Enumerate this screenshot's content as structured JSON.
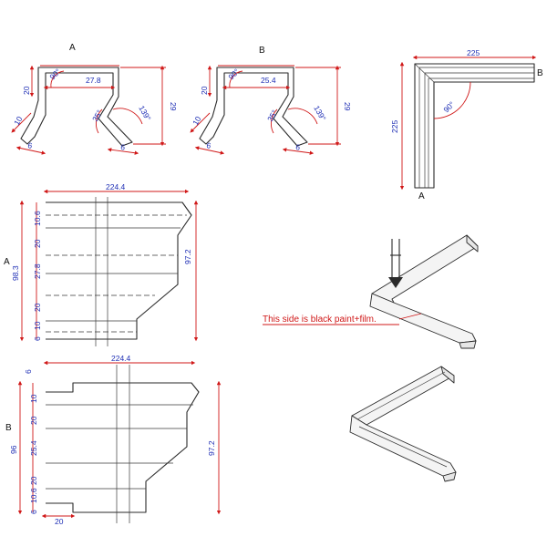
{
  "profile_a": {
    "label": "A",
    "dims": {
      "height_left": "20",
      "width_top": "27.8",
      "height_right": "29",
      "lip_left": "10",
      "foot_left": "6",
      "foot_right": "6",
      "angle_corner": "90°",
      "angle_lip": "35°",
      "angle_open": "139°"
    }
  },
  "profile_b": {
    "label": "B",
    "dims": {
      "height_left": "20",
      "width_top": "25.4",
      "height_right": "29",
      "lip_left": "10",
      "foot_left": "6",
      "foot_right": "6",
      "angle_corner": "90°",
      "angle_lip": "35°",
      "angle_open": "139°"
    }
  },
  "corner_view": {
    "width": "225",
    "height": "225",
    "angle": "90°",
    "end_a": "A",
    "end_b": "B"
  },
  "side_a": {
    "label": "A",
    "width": "224.4",
    "overall_left": "98.3",
    "overall_right": "97.2",
    "segments": [
      "10.6",
      "20",
      "27.8",
      "20",
      "10",
      "6"
    ]
  },
  "side_b": {
    "label": "B",
    "width": "224.4",
    "overall_left": "96",
    "overall_right": "97.2",
    "top": "6",
    "bottom": "20",
    "segments": [
      "10",
      "20",
      "25.4",
      "20",
      "10.6",
      "6"
    ]
  },
  "note": {
    "text": "This side is black paint+film."
  },
  "colors": {
    "dimension_line": "#d01818",
    "dimension_text": "#1f2fb5",
    "outline": "#2a2a2a"
  }
}
